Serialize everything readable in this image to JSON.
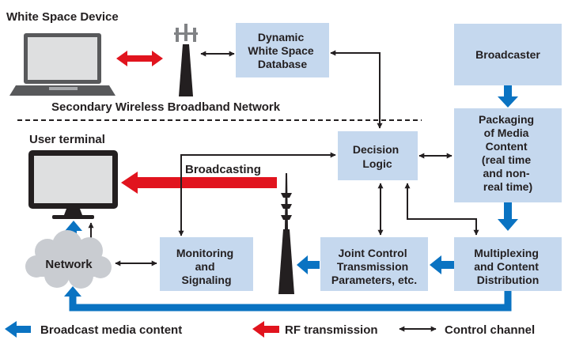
{
  "colors": {
    "box_fill": "#c5d8ee",
    "broadcast_blue": "#0a73c2",
    "rf_red": "#e1141e",
    "control_black": "#231f20",
    "cloud_gray": "#c9ccd1"
  },
  "labels": {
    "white_space_device": "White Space Device",
    "secondary_network": "Secondary Wireless Broadband Network",
    "user_terminal": "User terminal",
    "broadcasting": "Broadcasting",
    "network": "Network"
  },
  "boxes": {
    "database": [
      "Dynamic",
      "White Space",
      "Database"
    ],
    "broadcaster": [
      "Broadcaster"
    ],
    "decision": [
      "Decision",
      "Logic"
    ],
    "packaging": [
      "Packaging",
      "of Media",
      "Content",
      "(real time",
      "and non-",
      "real time)"
    ],
    "monitoring": [
      "Monitoring",
      "and",
      "Signaling"
    ],
    "joint": [
      "Joint Control",
      "Transmission",
      "Parameters, etc."
    ],
    "multiplexing": [
      "Multiplexing",
      "and Content",
      "Distribution"
    ]
  },
  "legend": {
    "broadcast": "Broadcast media content",
    "rf": "RF transmission",
    "control": "Control channel"
  },
  "icons": {
    "laptop": "laptop-icon",
    "tower": "cell-tower-icon",
    "monitor": "monitor-icon",
    "antenna": "broadcast-antenna-icon",
    "cloud": "network-cloud-icon"
  }
}
